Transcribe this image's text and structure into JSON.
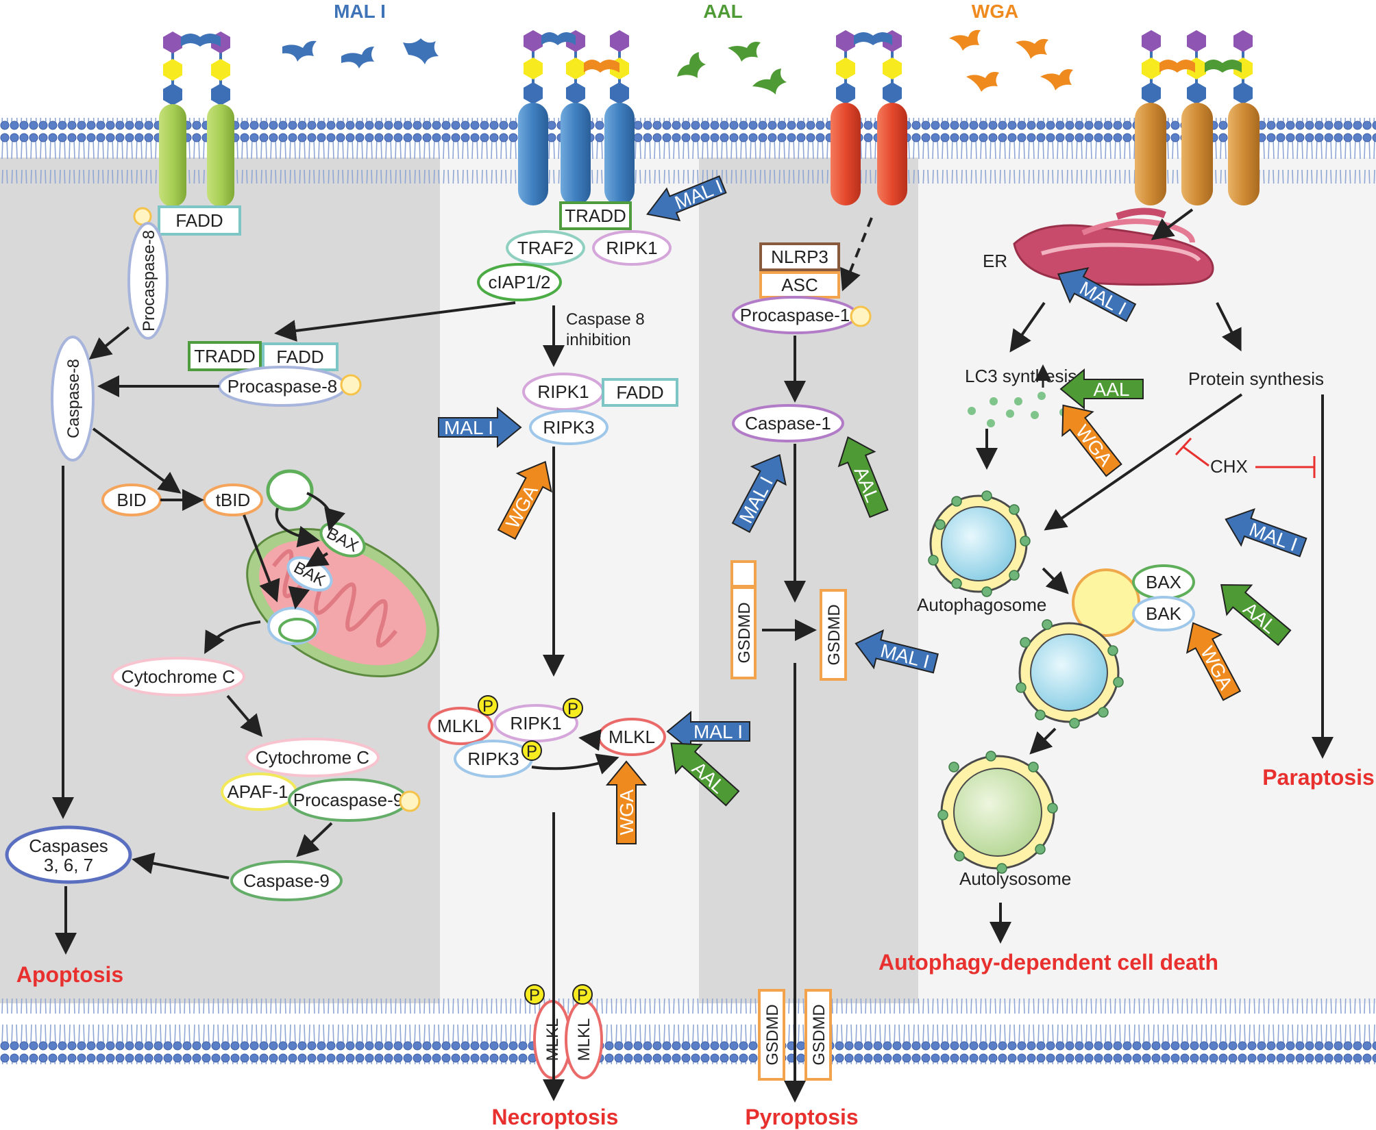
{
  "lectins": {
    "mal": "MAL I",
    "aal": "AAL",
    "wga": "WGA"
  },
  "colors": {
    "mal": "#3f73b8",
    "aal": "#4e9a34",
    "wga": "#ef8a1f",
    "death": "#e8312f",
    "panel_dark": "#d9d9d9",
    "panel_light": "#f4f4f4"
  },
  "apoptosis": {
    "fadd": "FADD",
    "procaspase8": "Procaspase-8",
    "caspase8": "Caspase-8",
    "tradd": "TRADD",
    "fadd2": "FADD",
    "procaspase8b": "Procaspase-8",
    "bid": "BID",
    "tbid": "tBID",
    "bax": "BAX",
    "bak": "BAK",
    "cytc1": "Cytochrome C",
    "cytc2": "Cytochrome C",
    "apaf1": "APAF-1",
    "procaspase9": "Procaspase-9",
    "caspase9": "Caspase-9",
    "caspases_line1": "Caspases",
    "caspases_line2": "3, 6, 7",
    "outcome": "Apoptosis"
  },
  "necroptosis": {
    "tradd": "TRADD",
    "traf2": "TRAF2",
    "ripk1": "RIPK1",
    "ciap": "cIAP1/2",
    "casp8_line1": "Caspase 8",
    "casp8_line2": "inhibition",
    "ripk1b": "RIPK1",
    "fadd": "FADD",
    "ripk3": "RIPK3",
    "mlkl_p": "MLKL",
    "ripk1_p": "RIPK1",
    "ripk3_p": "RIPK3",
    "mlkl": "MLKL",
    "p": "P",
    "mlkl_mem1": "MLKL",
    "mlkl_mem2": "MLKL",
    "outcome": "Necroptosis"
  },
  "pyroptosis": {
    "nlrp3": "NLRP3",
    "asc": "ASC",
    "procaspase1": "Procaspase-1",
    "caspase1": "Caspase-1",
    "gsdmd1": "GSDMD",
    "gsdmd2": "GSDMD",
    "gsdmd_mem1": "GSDMD",
    "gsdmd_mem2": "GSDMD",
    "outcome": "Pyroptosis"
  },
  "autophagy": {
    "er": "ER",
    "lc3": "LC3 synthesis",
    "protein": "Protein synthesis",
    "chx": "CHX",
    "autophagosome": "Autophagosome",
    "bax": "BAX",
    "bak": "BAK",
    "autolysosome": "Autolysosome",
    "outcome": "Autophagy-dependent cell death",
    "paraptosis": "Paraptosis"
  }
}
